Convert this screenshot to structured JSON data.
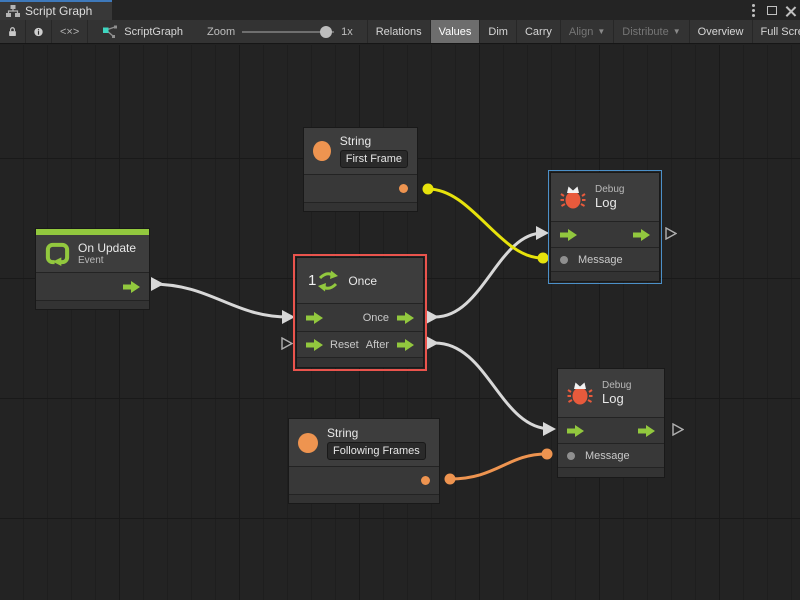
{
  "window": {
    "tab_title": "Script Graph"
  },
  "toolbar": {
    "breadcrumb": "<×>",
    "graph_name": "ScriptGraph",
    "zoom_label": "Zoom",
    "zoom_value": "1x",
    "buttons": {
      "relations": "Relations",
      "values": "Values",
      "dim": "Dim",
      "carry": "Carry",
      "align": "Align",
      "distribute": "Distribute",
      "overview": "Overview",
      "fullscreen": "Full Screen"
    }
  },
  "nodes": {
    "string_first": {
      "title": "String",
      "value": "First Frame"
    },
    "string_following": {
      "title": "String",
      "value": "Following Frames"
    },
    "on_update": {
      "title": "On Update",
      "subtitle": "Event"
    },
    "once": {
      "badge": "1",
      "title": "Once",
      "out_once": "Once",
      "in_reset": "Reset",
      "out_after": "After"
    },
    "debug_top": {
      "category": "Debug",
      "title": "Log",
      "message": "Message"
    },
    "debug_bottom": {
      "category": "Debug",
      "title": "Log",
      "message": "Message"
    }
  },
  "colors": {
    "accent_green": "#92c83e",
    "port_orange": "#ee9450",
    "bug_orange": "#e85a3c",
    "wire_yellow": "#e6e20c",
    "wire_white": "#d8d8d8",
    "selection_red": "#ea544d",
    "selection_blue": "#4c90c8",
    "tab_accent_blue": "#3e79bb"
  }
}
